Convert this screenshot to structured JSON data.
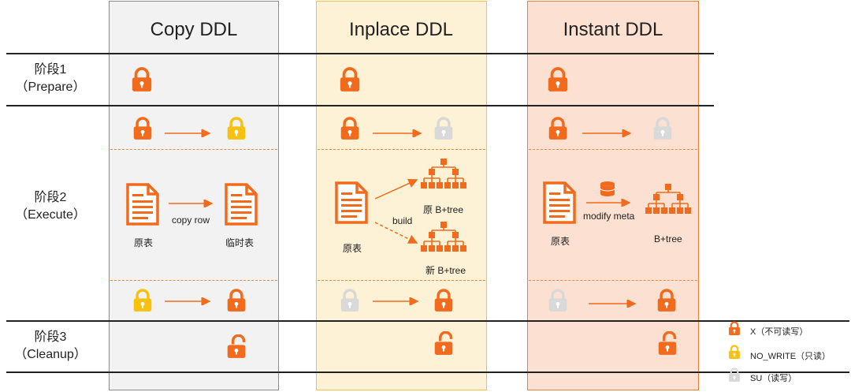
{
  "columns": {
    "copy": {
      "title": "Copy DDL"
    },
    "inplace": {
      "title": "Inplace DDL"
    },
    "instant": {
      "title": "Instant DDL"
    }
  },
  "stages": {
    "prepare": {
      "name": "阶段1",
      "sub": "（Prepare）"
    },
    "execute": {
      "name": "阶段2",
      "sub": "（Execute）"
    },
    "cleanup": {
      "name": "阶段3",
      "sub": "（Cleanup）"
    }
  },
  "copy": {
    "action": "copy row",
    "source": "原表",
    "target": "临时表"
  },
  "inplace": {
    "action": "build",
    "source": "原表",
    "old_tree": "原 B+tree",
    "new_tree": "新 B+tree"
  },
  "instant": {
    "action": "modify meta",
    "source": "原表",
    "tree": "B+tree"
  },
  "legend": {
    "x": "X（不可读写）",
    "no_write": "NO_WRITE（只读）",
    "su": "SU（读写）"
  },
  "colors": {
    "x_lock": "#f26a1b",
    "no_write_lock": "#f7c20f",
    "su_lock": "#d9d9d9",
    "accent": "#f26a1b"
  },
  "icons": {
    "lock": "padlock-icon",
    "unlock": "unlocked-padlock-icon",
    "document": "document-icon",
    "tree": "b-plus-tree-icon",
    "database": "database-icon"
  }
}
